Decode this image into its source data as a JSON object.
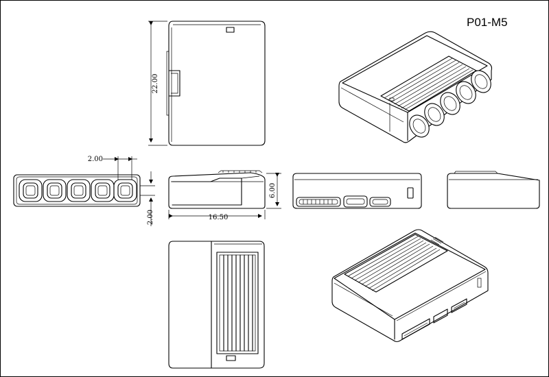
{
  "drawing": {
    "part_number": "P01-M5",
    "dimensions": {
      "height": "22.00",
      "width": "16.50",
      "depth": "6.00",
      "pitch": "2.00",
      "margin": "2.00"
    }
  }
}
